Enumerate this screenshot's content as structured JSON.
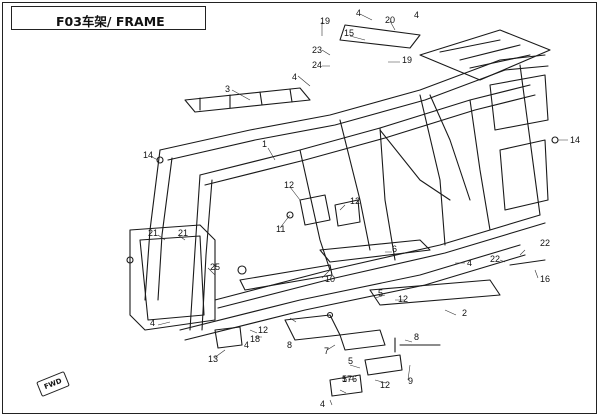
{
  "title": "F03车架/ FRAME",
  "fwd_label": "FWD",
  "callouts": [
    "19",
    "4",
    "20",
    "4",
    "15",
    "23",
    "19",
    "24",
    "4",
    "3",
    "1",
    "14",
    "14",
    "12",
    "12",
    "11",
    "21",
    "21",
    "25",
    "10",
    "6",
    "4",
    "5",
    "12",
    "5",
    "22",
    "22",
    "16",
    "2",
    "4",
    "8",
    "12",
    "4",
    "18",
    "8",
    "13",
    "7",
    "5",
    "12",
    "9",
    "17",
    "6",
    "4"
  ]
}
